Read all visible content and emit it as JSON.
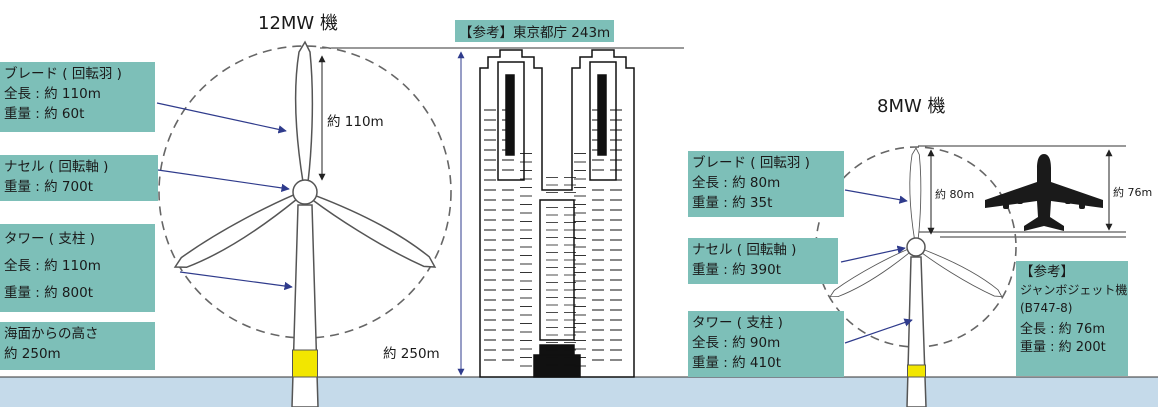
{
  "turbine_12mw": {
    "title": "12MW 機",
    "blade": {
      "title": "ブレード ( 回転羽 )",
      "length": "全長 : 約 110m",
      "weight": "重量 : 約 60t"
    },
    "nacelle": {
      "title": "ナセル ( 回転軸 )",
      "weight": "重量 : 約 700t"
    },
    "tower": {
      "title": "タワー ( 支柱 )",
      "length": "全長 : 約 110m",
      "weight": "重量 : 約 800t"
    },
    "height": {
      "label": "海面からの高さ",
      "value": "約 250m"
    },
    "blade_dim": "約 110m",
    "total_dim": "約 250m"
  },
  "tokyo_tower": {
    "label": "【参考】東京都庁 243m"
  },
  "turbine_8mw": {
    "title": "8MW 機",
    "blade": {
      "title": "ブレード ( 回転羽 )",
      "length": "全長 : 約 80m",
      "weight": "重量 : 約 35t"
    },
    "nacelle": {
      "title": "ナセル ( 回転軸 )",
      "weight": "重量 : 約 390t"
    },
    "tower": {
      "title": "タワー ( 支柱 )",
      "length": "全長 : 約 90m",
      "weight": "重量 : 約 410t"
    },
    "blade_dim": "約 80m"
  },
  "jumbo": {
    "ref": "【参考】",
    "name": "ジャンボジェット機",
    "model": "(B747-8)",
    "length": "全長 : 約 76m",
    "weight": "重量 : 約 200t",
    "dim": "約 76m"
  },
  "colors": {
    "box": "#7dbfb8",
    "sea": "#c5daea",
    "arrow": "#2f3b8c",
    "tower_base": "#f2e600"
  }
}
